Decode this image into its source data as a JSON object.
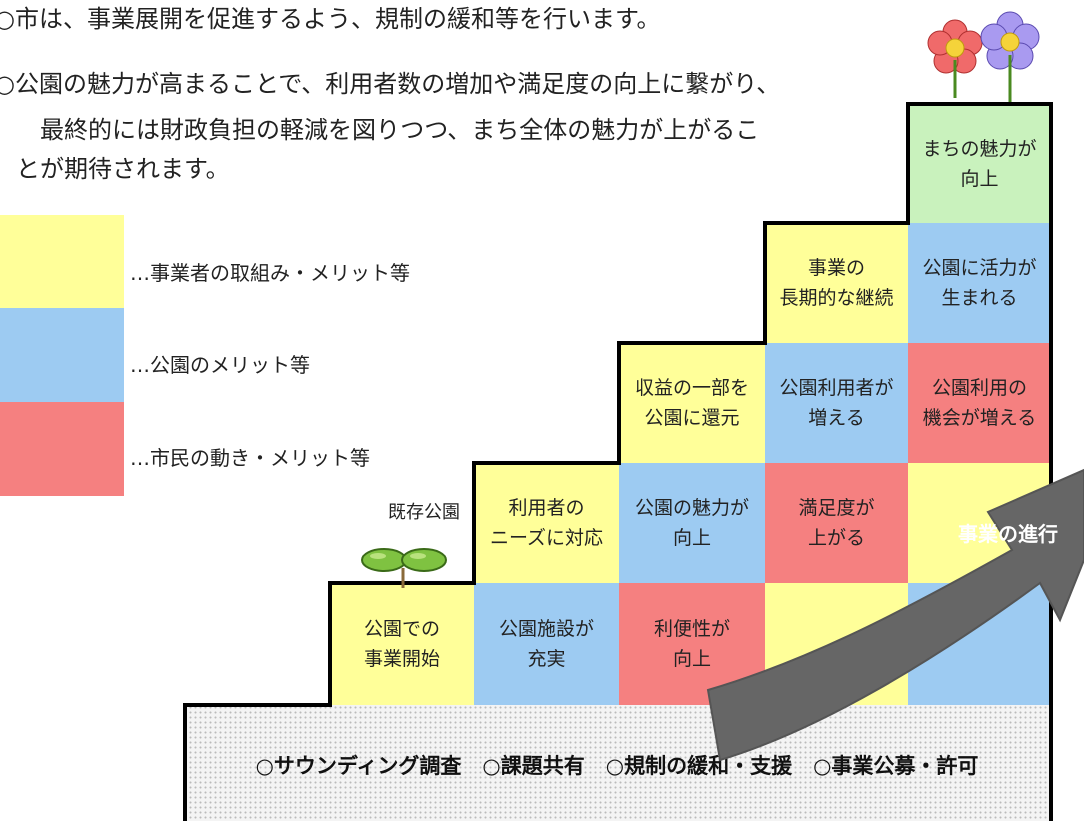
{
  "intro": {
    "line1": "○市は、事業展開を促進するよう、規制の緩和等を行います。",
    "line2": "○公園の魅力が高まることで、利用者数の増加や満足度の向上に繋がり、",
    "line3": "最終的には財政負担の軽減を図りつつ、まち全体の魅力が上がるこ",
    "line4": "とが期待されます。"
  },
  "legend": [
    {
      "label": "…事業者の取組み・メリット等",
      "color": "#ffff99"
    },
    {
      "label": "…公園のメリット等",
      "color": "#9dcbf2"
    },
    {
      "label": "…市民の動き・メリット等",
      "color": "#f58080"
    }
  ],
  "existing_park_label": "既存公園",
  "progress_label": "事業の進行",
  "base_text": "○サウンディング調査　○課題共有　○規制の緩和・支援　○事業公募・許可",
  "cells": {
    "step1_business_start": "公園での\n事業開始",
    "step1_facilities": "公園施設が\n充実",
    "step1_convenience": "利便性が\n向上",
    "step2_needs": "利用者の\nニーズに対応",
    "step2_attractiveness": "公園の魅力が\n向上",
    "step2_satisfaction": "満足度が\n上がる",
    "step3_return_profit": "収益の一部を\n公園に還元",
    "step3_more_users": "公園利用者が\n増える",
    "step3_more_opportunities": "公園利用の\n機会が増える",
    "step4_long_term": "事業の\n長期的な継続",
    "step4_vitality": "公園に活力が\n生まれる",
    "step5_town_attractiveness": "まちの魅力が\n向上"
  },
  "colors": {
    "business": "#ffff99",
    "park": "#9dcbf2",
    "citizen": "#f58080",
    "town": "#c9f2bd",
    "arrow": "#666666"
  },
  "icons": [
    "sprout-icon",
    "flowers-icon",
    "progress-arrow-icon"
  ]
}
